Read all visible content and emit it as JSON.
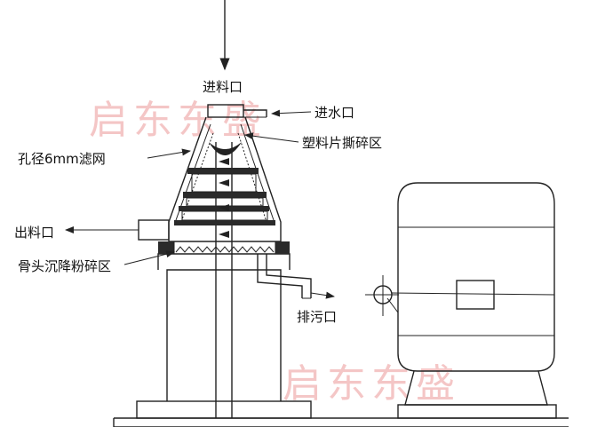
{
  "labels": {
    "inlet": "进料口",
    "water_inlet": "进水口",
    "shred_zone": "塑料片撕碎区",
    "filter": "孔径6mm滤网",
    "outlet": "出料口",
    "bone_zone": "骨头沉降粉碎区",
    "drain": "排污口"
  },
  "watermark": "启东东盛",
  "colors": {
    "line": "#222222",
    "dark_fill": "#2a2a2a",
    "watermark": "#f1b3b3"
  }
}
